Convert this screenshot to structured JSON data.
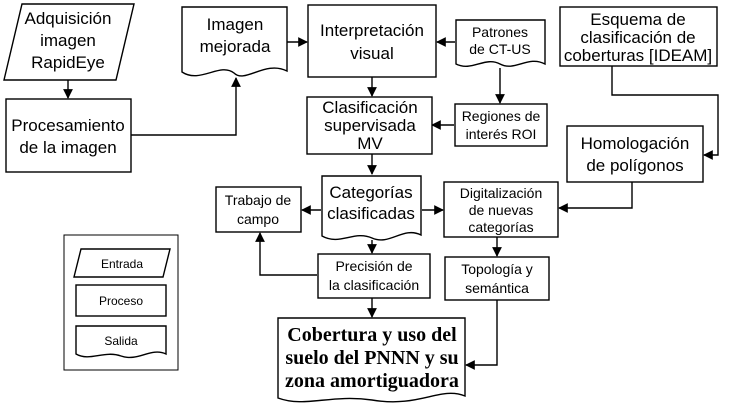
{
  "nodes": {
    "adquisicion": [
      "Adquisición",
      "imagen",
      "RapidEye"
    ],
    "procesamiento": [
      "Procesamiento",
      "de la imagen"
    ],
    "imagen_mejorada": [
      "Imagen",
      "mejorada"
    ],
    "interpretacion": [
      "Interpretación",
      "visual"
    ],
    "patrones": [
      "Patrones",
      "de CT-US"
    ],
    "esquema": [
      "Esquema de",
      "clasificación de",
      "coberturas [IDEAM]"
    ],
    "clasificacion": [
      "Clasificación",
      "supervisada",
      "MV"
    ],
    "regiones": [
      "Regiones de",
      "interés ROI"
    ],
    "homologacion": [
      "Homologación",
      "de polígonos"
    ],
    "trabajo": [
      "Trabajo de",
      "campo"
    ],
    "categorias": [
      "Categorías",
      "clasificadas"
    ],
    "digitalizacion": [
      "Digitalización",
      "de nuevas",
      "categorías"
    ],
    "precision": [
      "Precisión de",
      "la clasificación"
    ],
    "topologia": [
      "Topología y",
      "semántica"
    ],
    "cobertura": [
      "Cobertura y uso del",
      "suelo del PNNN y su",
      "zona amortiguadora"
    ]
  },
  "legend": {
    "entrada": "Entrada",
    "proceso": "Proceso",
    "salida": "Salida"
  }
}
